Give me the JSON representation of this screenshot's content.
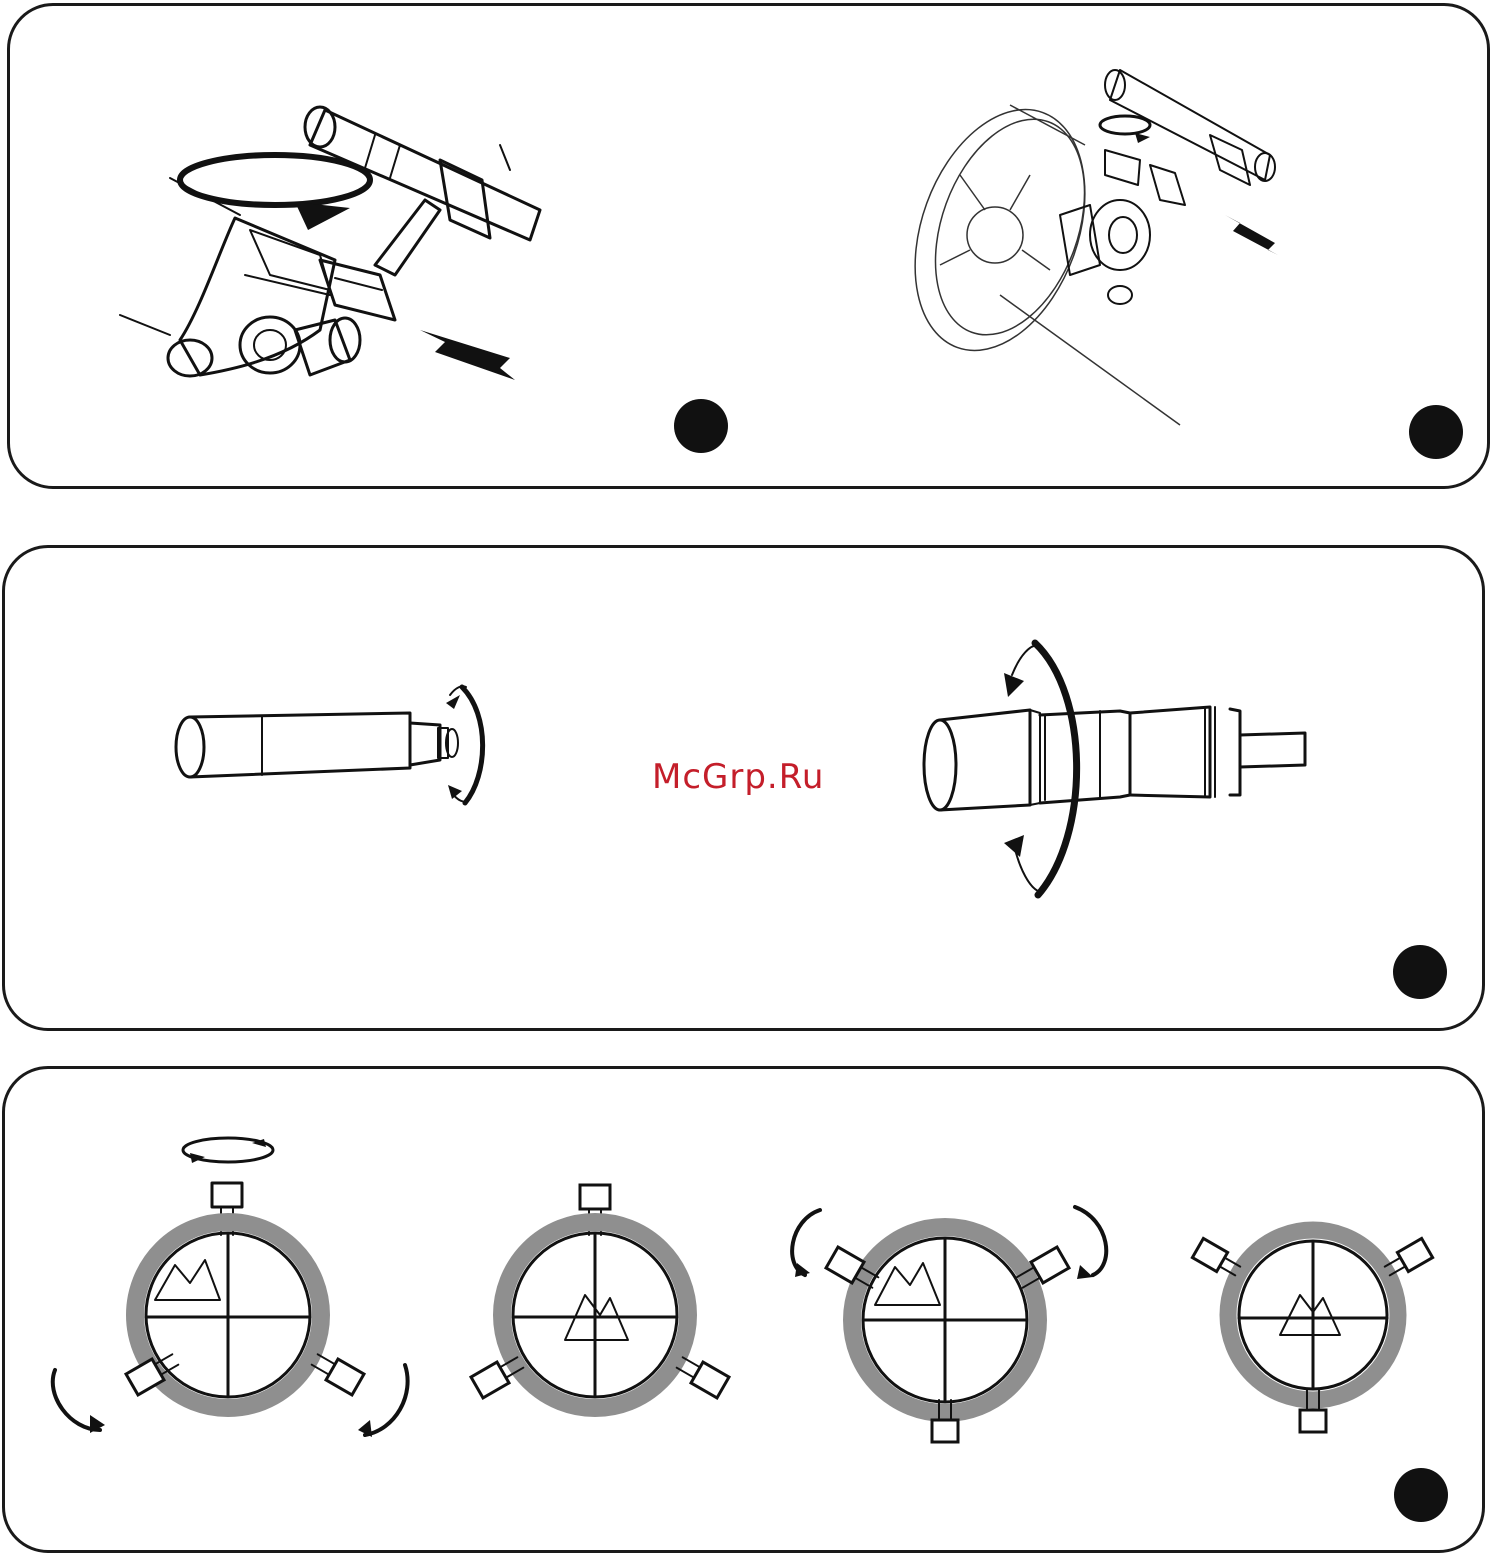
{
  "watermark": "McGrp.Ru",
  "colors": {
    "line": "#111111",
    "ring": "#8f8f8f",
    "watermark": "#c41e2a"
  },
  "step_markers": [
    "",
    "",
    "",
    "",
    ""
  ],
  "panels": [
    {
      "name": "finder-bracket-installation",
      "figures": [
        "refractor-finder-mount",
        "reflector-finder-mount"
      ]
    },
    {
      "name": "finder-focus-adjustment",
      "figures": [
        "small-finder-focus",
        "large-finder-focus"
      ]
    },
    {
      "name": "finder-alignment",
      "figures": [
        "reticle-misaligned",
        "reticle-aligned",
        "reticle-misaligned-alt",
        "reticle-aligned-alt"
      ]
    }
  ]
}
